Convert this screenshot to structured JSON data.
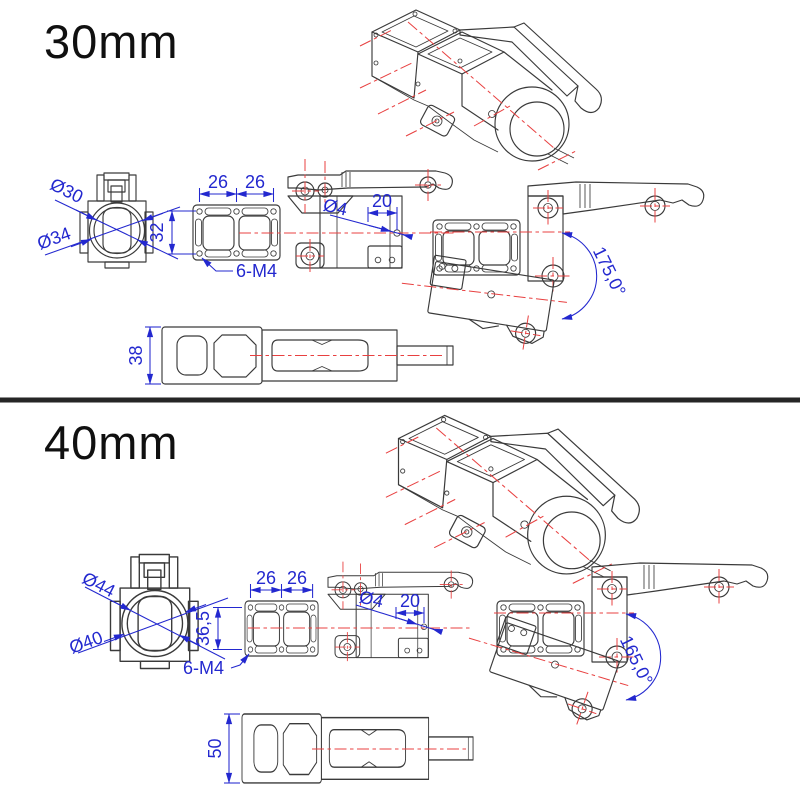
{
  "colors": {
    "background": "#ffffff",
    "part_line": "#3a3a3a",
    "dimension_blue": "#2328cf",
    "centerline_red": "#e84040",
    "title_text": "#101010",
    "divider": "#262626"
  },
  "sections": [
    {
      "title": "30mm",
      "dims": {
        "dia_upper": "Ø30",
        "dia_lower": "Ø34",
        "plate_height": "32",
        "pitch_left": "26",
        "pitch_right": "26",
        "thread_callout": "6-M4",
        "pin_dia": "Ø4",
        "pin_offset": "20",
        "bend_angle": "175,0°",
        "base_height": "38"
      }
    },
    {
      "title": "40mm",
      "dims": {
        "dia_upper": "Ø44",
        "dia_lower": "Ø40",
        "plate_height": "36,5",
        "pitch_left": "26",
        "pitch_right": "26",
        "thread_callout": "6-M4",
        "pin_dia": "Ø4",
        "pin_offset": "20",
        "bend_angle": "165,0°",
        "base_height": "50"
      }
    }
  ]
}
